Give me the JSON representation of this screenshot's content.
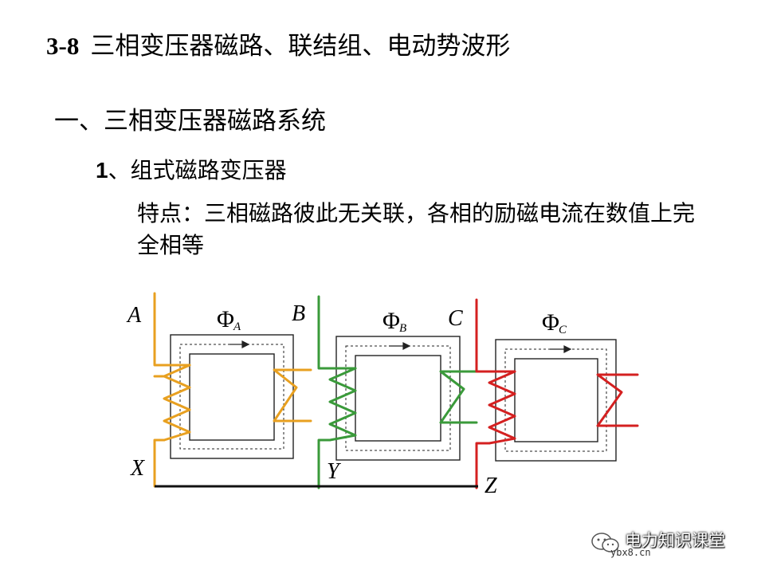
{
  "slide": {
    "number": "3-8",
    "title": "三相变压器磁路、联结组、电动势波形"
  },
  "section": {
    "heading": "一、三相变压器磁路系统"
  },
  "subsection": {
    "number": "1",
    "label": "、组式磁路变压器"
  },
  "feature": {
    "text": "特点：三相磁路彼此无关联，各相的励磁电流在数值上完全相等"
  },
  "diagram": {
    "terminals": {
      "A": "A",
      "X": "X",
      "B": "B",
      "Y": "Y",
      "C": "C",
      "Z": "Z"
    },
    "fluxes": [
      {
        "symbol": "Φ",
        "subscript": "A"
      },
      {
        "symbol": "Φ",
        "subscript": "B"
      },
      {
        "symbol": "Φ",
        "subscript": "C"
      }
    ],
    "phase_colors": {
      "A": "#e8a020",
      "B": "#3a9a3a",
      "C": "#d42020"
    }
  },
  "watermark": {
    "brand": "电力知识课堂",
    "site": "ybx8.cn",
    "icon": "wechat-icon"
  }
}
